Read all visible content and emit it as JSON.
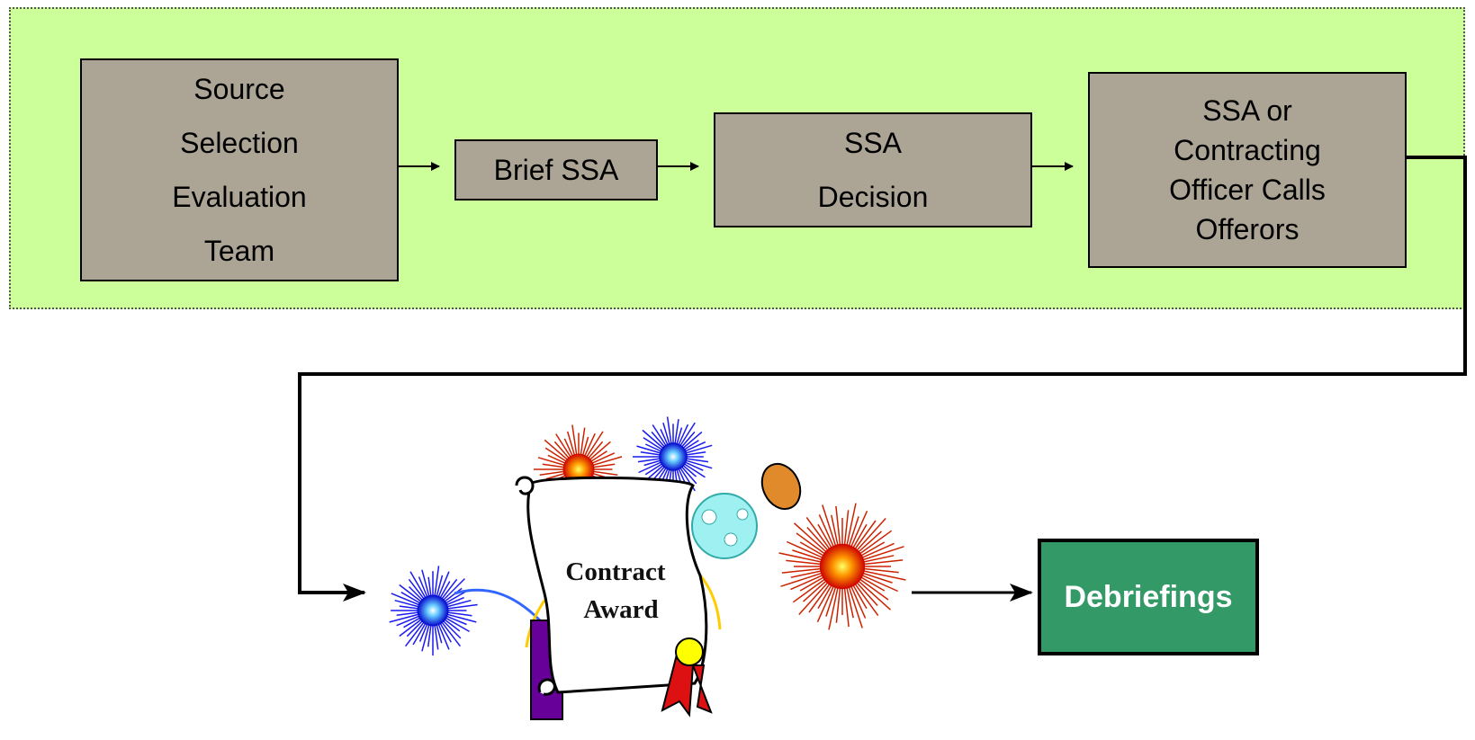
{
  "steps": [
    {
      "label": "Source\nSelection\nEvaluation\nTeam"
    },
    {
      "label": "Brief SSA"
    },
    {
      "label": "SSA\nDecision"
    },
    {
      "label": "SSA or\nContracting\nOfficer Calls\nOfferors"
    }
  ],
  "award": {
    "line1": "Contract",
    "line2": "Award"
  },
  "final_step": {
    "label": "Debriefings"
  },
  "colors": {
    "region_fill": "#ccff99",
    "step_fill": "#aca596",
    "final_fill": "#339966"
  },
  "icons": [
    "certificate-scroll-icon",
    "firework-burst-icon",
    "party-popper-icon",
    "ribbon-seal-icon"
  ]
}
